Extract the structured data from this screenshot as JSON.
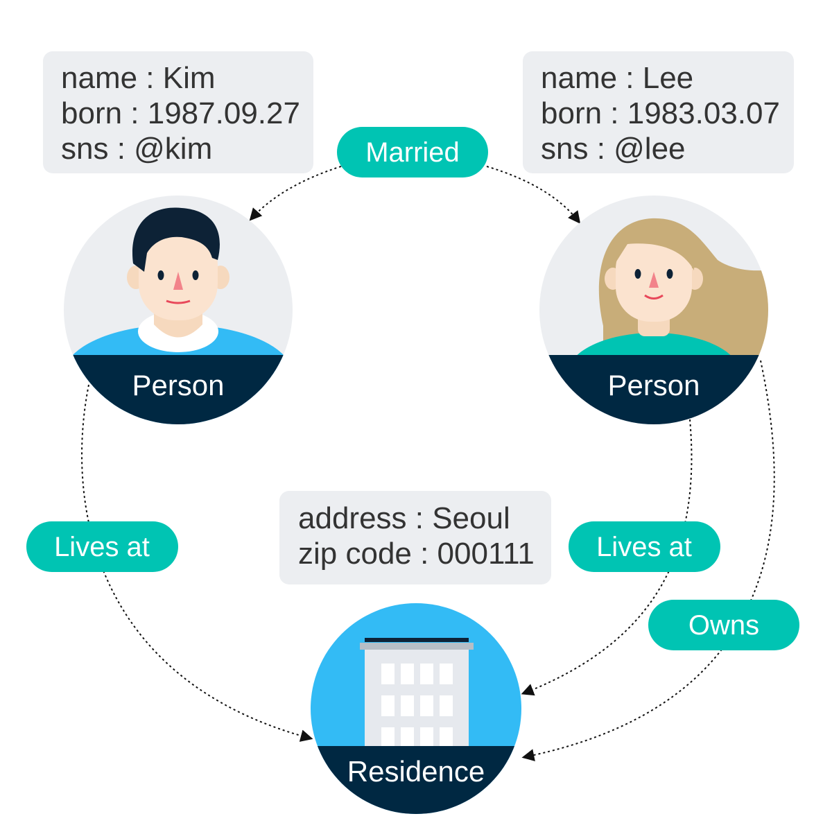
{
  "nodes": {
    "kim": {
      "label": "Person",
      "props": [
        "name : Kim",
        "born : 1987.09.27",
        "sns : @kim"
      ]
    },
    "lee": {
      "label": "Person",
      "props": [
        "name : Lee",
        "born : 1983.03.07",
        "sns : @lee"
      ]
    },
    "residence": {
      "label": "Residence",
      "props": [
        "address : Seoul",
        "zip code : 000111"
      ]
    }
  },
  "edges": {
    "married": "Married",
    "kim_lives_at": "Lives at",
    "lee_lives_at": "Lives at",
    "owns": "Owns"
  },
  "colors": {
    "teal": "#00C4B3",
    "navy": "#002842",
    "sky": "#33BBF5",
    "panel": "#ECEEF1"
  }
}
